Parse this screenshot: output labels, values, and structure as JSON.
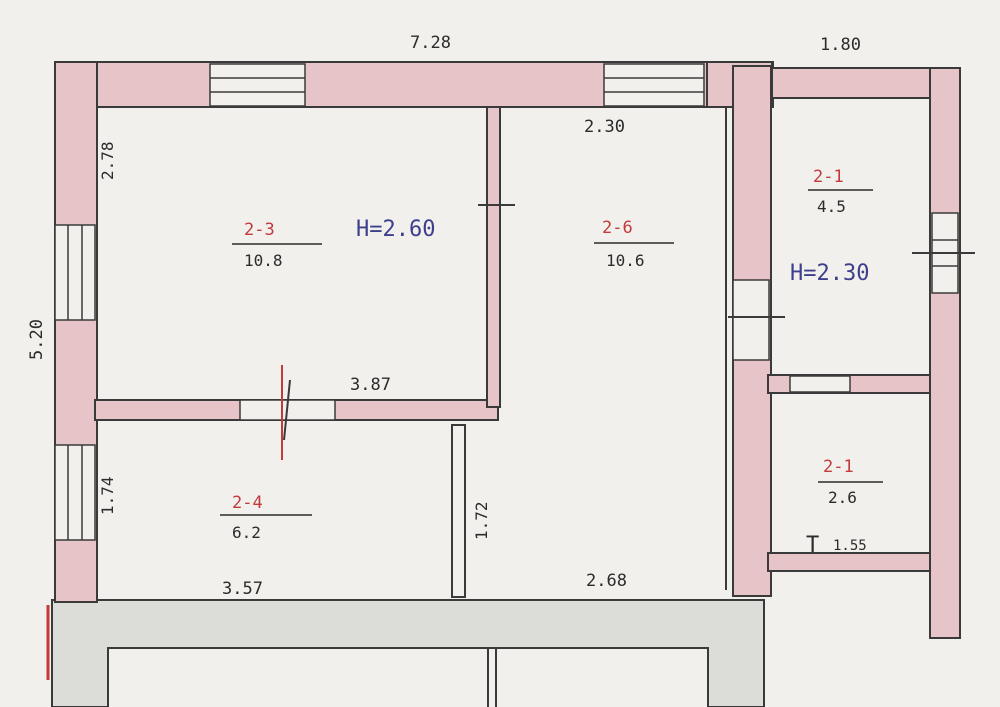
{
  "dimensions": {
    "top_main": "7.28",
    "top_side": "1.80",
    "left_overall": "5.20",
    "room3_left": "2.78",
    "room4_left": "1.74",
    "room6_top": "2.30",
    "room3_bottom": "3.87",
    "partition_height": "1.72",
    "room4_bottom": "3.57",
    "room6_bottom": "2.68",
    "room1b_bottom": "1.55"
  },
  "rooms": [
    {
      "code": "2-3",
      "area": "10.8"
    },
    {
      "code": "2-6",
      "area": "10.6"
    },
    {
      "code": "2-4",
      "area": "6.2"
    },
    {
      "code": "2-1",
      "area": "4.5"
    },
    {
      "code": "2-1",
      "area": "2.6"
    }
  ],
  "ceiling_heights": {
    "main": "H=2.60",
    "side": "H=2.30"
  },
  "marks": {
    "t_symbol": "T"
  },
  "colors": {
    "wall_fill": "#e7c4c8",
    "wall_stroke": "#3a3a3a",
    "paper": "#f1f0ec",
    "room_code": "#c23a3a",
    "height_ink": "#3d3f8c",
    "corridor": "#dcdcd8"
  }
}
